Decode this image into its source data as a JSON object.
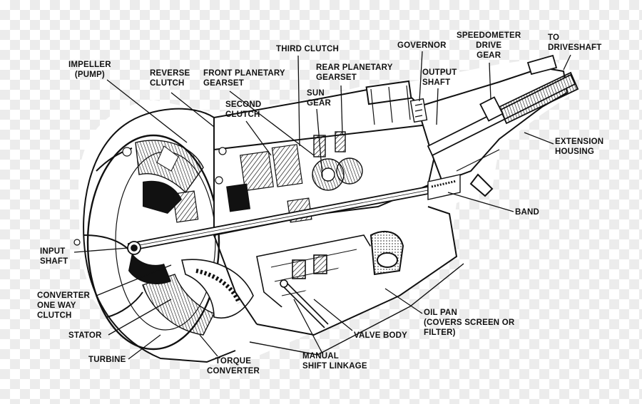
{
  "labels": {
    "impeller": [
      "IMPELLER",
      "(PUMP)"
    ],
    "reverse": [
      "REVERSE",
      "CLUTCH"
    ],
    "front": [
      "FRONT PLANETARY",
      "GEARSET"
    ],
    "second": [
      "SECOND",
      "CLUTCH"
    ],
    "third": [
      "THIRD CLUTCH"
    ],
    "rear": [
      "REAR PLANETARY",
      "GEARSET"
    ],
    "sun": [
      "SUN",
      "GEAR"
    ],
    "governor": [
      "GOVERNOR"
    ],
    "output": [
      "OUTPUT",
      "SHAFT"
    ],
    "speedo": [
      "SPEEDOMETER",
      "DRIVE",
      "GEAR"
    ],
    "driveshaft": [
      "TO",
      "DRIVESHAFT"
    ],
    "extension": [
      "EXTENSION",
      "HOUSING"
    ],
    "band": [
      "BAND"
    ],
    "input": [
      "INPUT",
      "SHAFT"
    ],
    "oneway": [
      "CONVERTER",
      "ONE WAY",
      "CLUTCH"
    ],
    "stator": [
      "STATOR"
    ],
    "turbine": [
      "TURBINE"
    ],
    "torque": [
      "TORQUE",
      "CONVERTER"
    ],
    "manual": [
      "MANUAL",
      "SHIFT LINKAGE"
    ],
    "valve": [
      "VALVE BODY"
    ],
    "oilpan": [
      "OIL PAN",
      "(COVERS SCREEN OR",
      "FILTER)"
    ]
  },
  "colors": {
    "ink": "#111111",
    "paper": "#ffffff",
    "shade": "#d8d8d8"
  }
}
